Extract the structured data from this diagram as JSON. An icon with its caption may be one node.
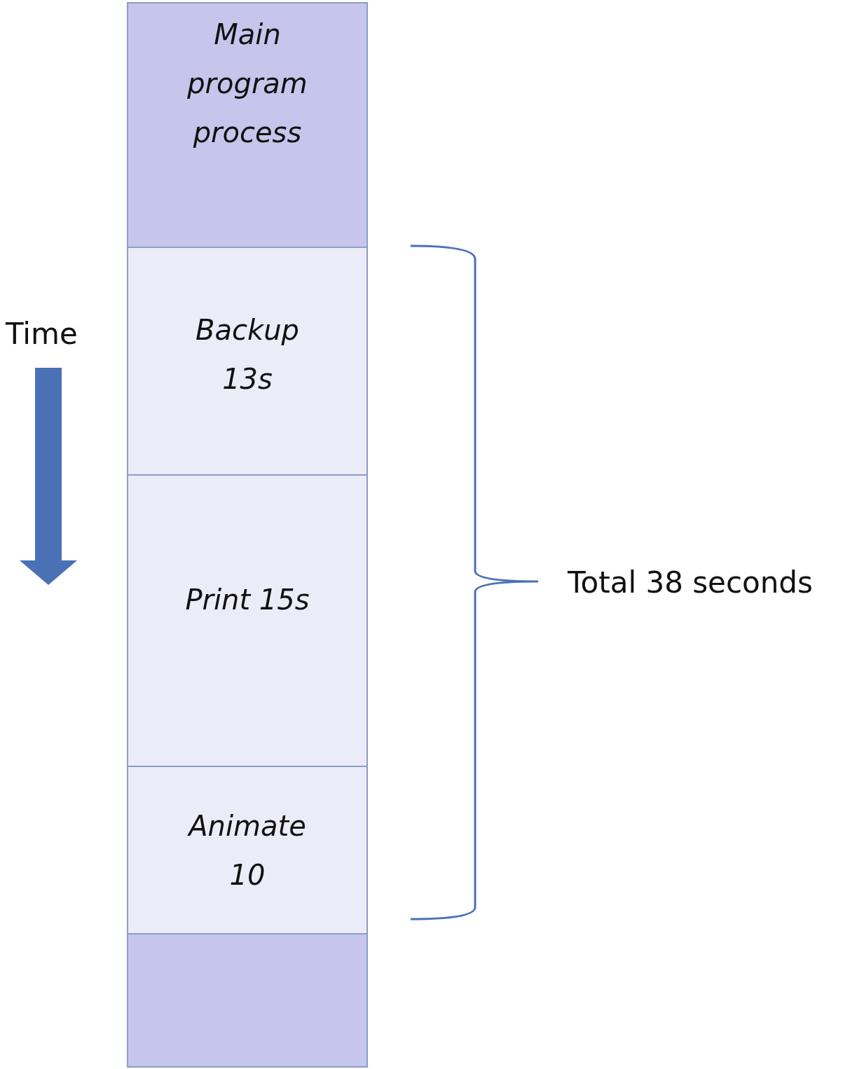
{
  "diagram": {
    "nodes": [
      {
        "text": [
          "Main program process"
        ]
      },
      {
        "text": [
          "Backup 13s"
        ]
      },
      {
        "text": [
          "Print 15s"
        ]
      },
      {
        "text": [
          "Animate 10"
        ]
      },
      {
        "text": [],
        "shape": "box"
      }
    ],
    "edges": [],
    "labels": [
      "Time",
      "Total 38 seconds"
    ]
  }
}
